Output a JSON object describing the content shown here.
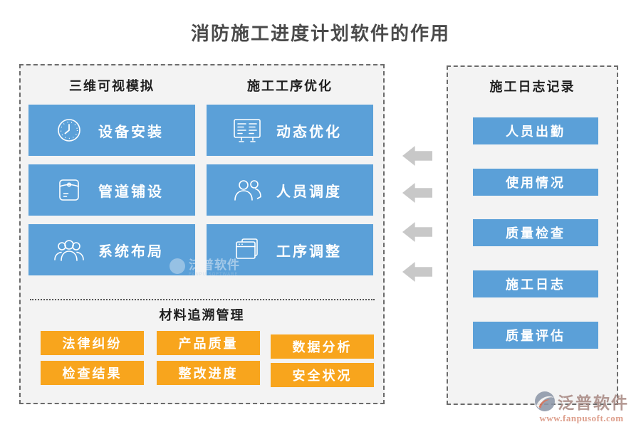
{
  "title": "消防施工进度计划软件的作用",
  "left_panel": {
    "columns": [
      {
        "header": "三维可视模拟",
        "items": [
          {
            "icon": "clock-icon",
            "label": "设备安装"
          },
          {
            "icon": "satchel-icon",
            "label": "管道铺设"
          },
          {
            "icon": "user-group-icon",
            "label": "系统布局"
          }
        ]
      },
      {
        "header": "施工工序优化",
        "items": [
          {
            "icon": "task-board-icon",
            "label": "动态优化"
          },
          {
            "icon": "two-users-icon",
            "label": "人员调度"
          },
          {
            "icon": "stacked-windows-icon",
            "label": "工序调整"
          }
        ]
      }
    ],
    "material_section": {
      "header": "材料追溯管理",
      "buttons": [
        {
          "label": "法律纠纷"
        },
        {
          "label": "产品质量"
        },
        {
          "label": "数据分析"
        },
        {
          "label": "检查结果"
        },
        {
          "label": "整改进度"
        },
        {
          "label": "安全状况"
        }
      ]
    }
  },
  "right_panel": {
    "header": "施工日志记录",
    "buttons": [
      {
        "label": "人员出勤"
      },
      {
        "label": "使用情况"
      },
      {
        "label": "质量检查"
      },
      {
        "label": "施工日志"
      },
      {
        "label": "质量评估"
      }
    ]
  },
  "arrows": {
    "count": 4,
    "direction": "left"
  },
  "watermark_center": {
    "text": "泛普软件",
    "subtext": "FANPU SOFTWARE"
  },
  "brand": {
    "name": "泛普软件",
    "url": "www.fanpusoft.com"
  },
  "colors": {
    "primary_blue": "#5ba0d8",
    "accent_orange": "#f8a51d",
    "arrow_gray": "#c8c8c8",
    "panel_bg": "#f3f3f3",
    "dash_border": "#6b6b6b",
    "title_text": "#4a4a4a"
  }
}
